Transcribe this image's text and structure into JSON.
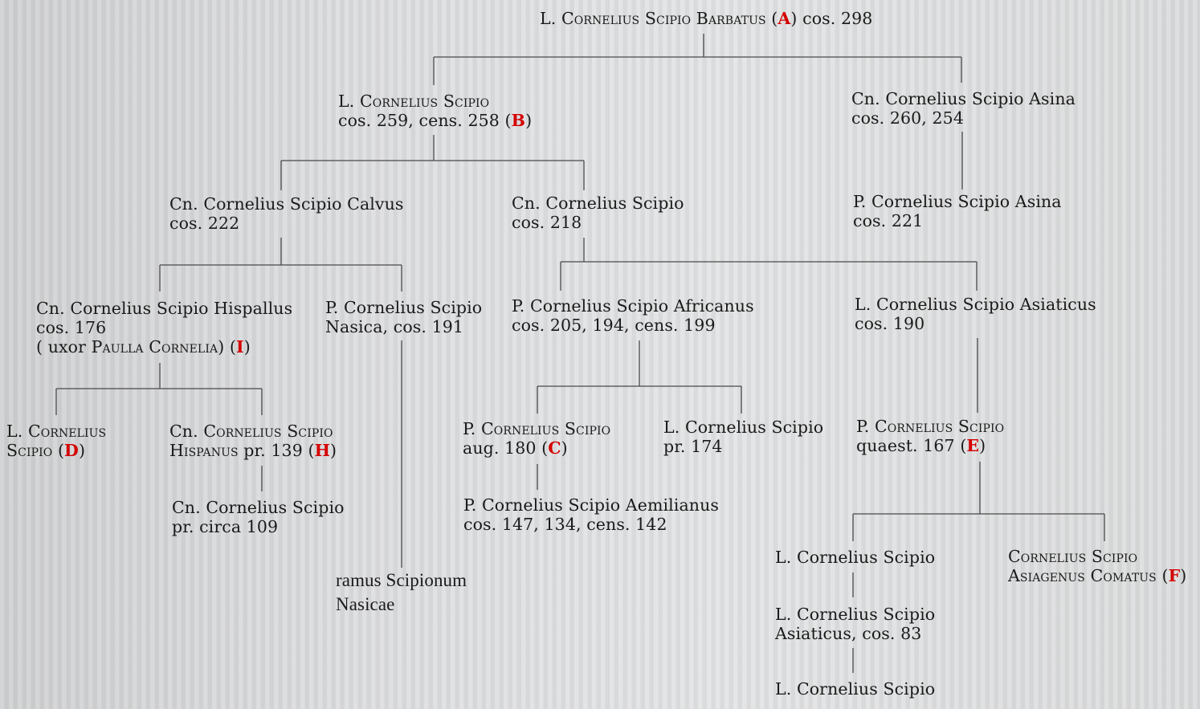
{
  "people": {
    "barbatus": {
      "line1": {
        "pre": "L. ",
        "sc": "Cornelius Scipio Barbatus",
        "open": " (",
        "tag": "A",
        "close": ") cos. 298"
      }
    },
    "lucius_b": {
      "line1": {
        "pre": "L. ",
        "sc": "Cornelius Scipio"
      },
      "line2": {
        "pre": "cos. 259, cens. 258 (",
        "tag": "B",
        "close": ")"
      }
    },
    "asina1": {
      "line1": "Cn. Cornelius Scipio Asina",
      "line2": "cos. 260, 254"
    },
    "calvus": {
      "line1": "Cn. Cornelius Scipio Calvus",
      "line2": "cos. 222"
    },
    "gnaeus218": {
      "line1": "Cn. Cornelius Scipio",
      "line2": "cos. 218"
    },
    "asina2": {
      "line1": "P. Cornelius Scipio Asina",
      "line2": "cos. 221"
    },
    "hispallus": {
      "line1": "Cn. Cornelius Scipio Hispallus",
      "line2": "cos. 176",
      "line3": {
        "pre": "( uxor  ",
        "sc": "Paulla Cornelia",
        "open": ") (",
        "tag": "I",
        "close": ")"
      }
    },
    "nasica": {
      "line1": "P. Cornelius Scipio",
      "line2": "Nasica, cos. 191"
    },
    "africanus": {
      "line1": "P. Cornelius Scipio Africanus",
      "line2": "cos. 205, 194, cens. 199"
    },
    "asiaticus": {
      "line1": "L. Cornelius Scipio Asiaticus",
      "line2": "cos. 190"
    },
    "lucius_d": {
      "line1": {
        "pre": "L. ",
        "sc": "Cornelius"
      },
      "line2": {
        "sc": "Scipio",
        "open": " (",
        "tag": "D",
        "close": ")"
      }
    },
    "hispanus": {
      "line1": {
        "pre": "Cn. ",
        "sc": "Cornelius Scipio"
      },
      "line2": {
        "sc": "Hispanus",
        "open": " pr. 139 (",
        "tag": "H",
        "close": ")"
      }
    },
    "publius_c": {
      "line1": {
        "pre": "P. ",
        "sc": "Cornelius Scipio"
      },
      "line2": {
        "pre": "aug. 180 (",
        "tag": "C",
        "close": ")"
      }
    },
    "lucius174": {
      "line1": "L. Cornelius Scipio",
      "line2": "pr. 174"
    },
    "publius_e": {
      "line1": {
        "pre": "P. ",
        "sc": "Cornelius Scipio"
      },
      "line2": {
        "pre": "quaest. 167 (",
        "tag": "E",
        "close": ")"
      }
    },
    "gnaeus109": {
      "line1": "Cn. Cornelius Scipio",
      "line2": "pr. circa 109"
    },
    "aemilianus": {
      "line1": "P. Cornelius Scipio Aemilianus",
      "line2": "cos. 147, 134, cens. 142"
    },
    "ramus": {
      "line1": "ramus Scipionum",
      "line2": "Nasicae"
    },
    "lucius_s1": {
      "line1": "L. Cornelius Scipio"
    },
    "comatus": {
      "line1": {
        "sc": "Cornelius Scipio"
      },
      "line2": {
        "sc": "Asiagenus Comatus",
        "open": " (",
        "tag": "F",
        "close": ")"
      }
    },
    "asiaticus83": {
      "line1": "L. Cornelius Scipio",
      "line2": "Asiaticus, cos. 83"
    },
    "lucius_s2": {
      "line1": "L. Cornelius Scipio"
    }
  },
  "colors": {
    "line": "#4a4a4a",
    "text": "#1a1a1a",
    "tag": "#d40000"
  }
}
